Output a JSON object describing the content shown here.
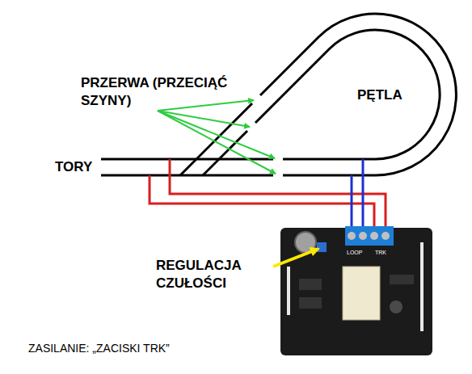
{
  "diagram": {
    "caption": "ZASILANIE: „ZACISKI TRK”",
    "labels": [
      "PRZERWA (PRZECIĄĆ SZYNY)",
      "PĘTLA",
      "TORY",
      "REGULACJA CZUŁOŚCI",
      "LOOP",
      "TRK"
    ]
  }
}
